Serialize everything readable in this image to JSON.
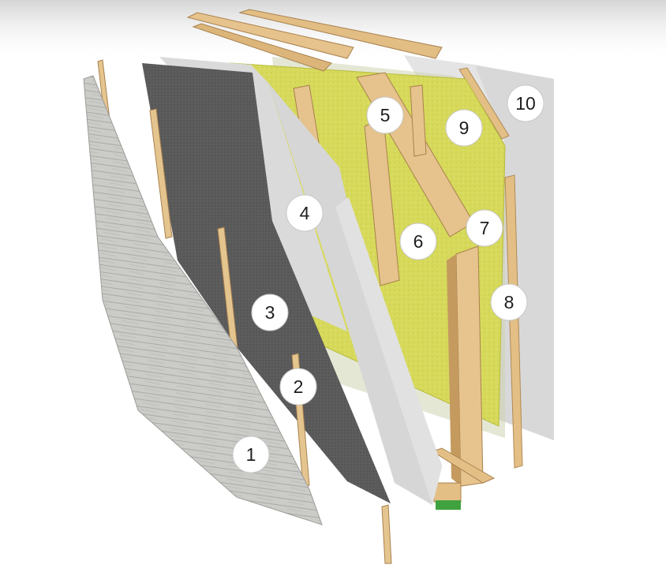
{
  "diagram": {
    "callouts": [
      {
        "id": 1,
        "label": "1"
      },
      {
        "id": 2,
        "label": "2"
      },
      {
        "id": 3,
        "label": "3"
      },
      {
        "id": 4,
        "label": "4"
      },
      {
        "id": 5,
        "label": "5"
      },
      {
        "id": 6,
        "label": "6"
      },
      {
        "id": 7,
        "label": "7"
      },
      {
        "id": 8,
        "label": "8"
      },
      {
        "id": 9,
        "label": "9"
      },
      {
        "id": 10,
        "label": "10"
      }
    ]
  },
  "colors": {
    "background": "#ffffff",
    "cladding": "#c9c9c7",
    "membrane": "#5a5a5a",
    "board": "#d9d9d9",
    "insulation": "#d7db5c",
    "timber": "#e6c28c",
    "callout_fill": "#ffffff",
    "callout_text": "#1e1e1e"
  }
}
